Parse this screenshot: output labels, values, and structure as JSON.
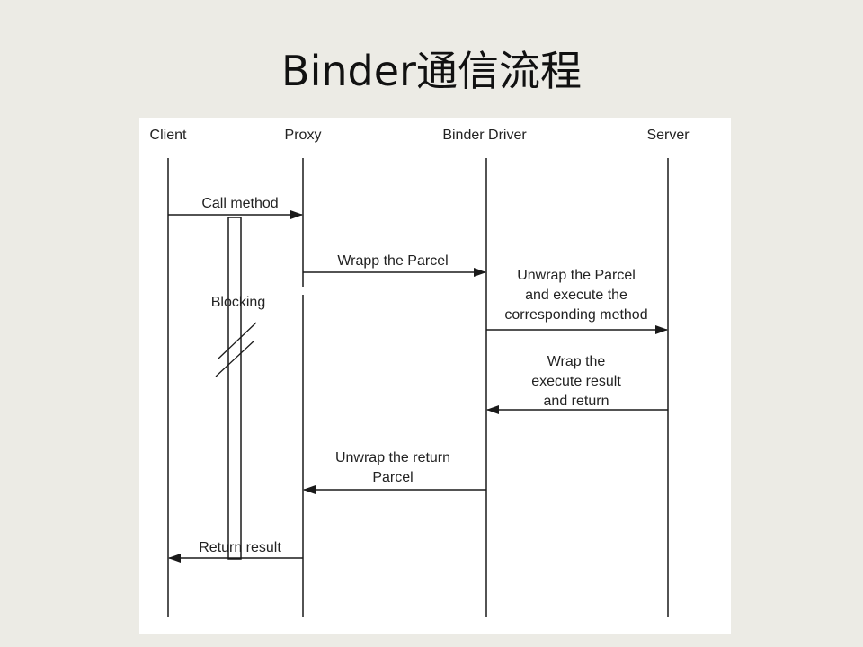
{
  "slide": {
    "title": "Binder通信流程"
  },
  "diagram": {
    "participants": {
      "client": "Client",
      "proxy": "Proxy",
      "driver": "Binder Driver",
      "server": "Server"
    },
    "messages": {
      "call_method": "Call method",
      "wrapp_parcel": "Wrapp the Parcel",
      "unwrap_parcel": [
        "Unwrap the Parcel",
        "and execute the",
        "corresponding method"
      ],
      "wrap_result": [
        "Wrap the",
        "execute result",
        "and return"
      ],
      "unwrap_return": [
        "Unwrap the return",
        "Parcel"
      ],
      "return_result": "Return result"
    },
    "notes": {
      "blocking": "Blocking"
    },
    "colors": {
      "line": "#1a1a1a",
      "text": "#222222",
      "canvas": "#ffffff",
      "slide_bg": "#ecebe5"
    }
  }
}
